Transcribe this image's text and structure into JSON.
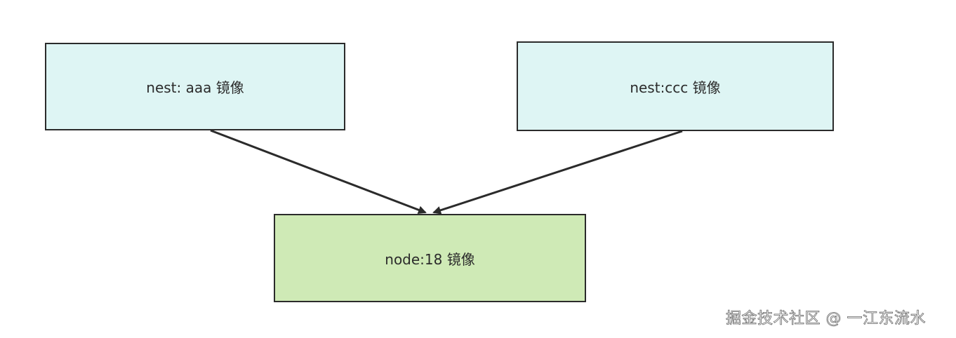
{
  "diagram": {
    "nodes": [
      {
        "id": "aaa",
        "label": "nest: aaa 镜像",
        "fill": "#def5f4"
      },
      {
        "id": "ccc",
        "label": "nest:ccc 镜像",
        "fill": "#def5f4"
      },
      {
        "id": "node18",
        "label": "node:18 镜像",
        "fill": "#cfeab6"
      }
    ],
    "edges": [
      {
        "from": "aaa",
        "to": "node18"
      },
      {
        "from": "ccc",
        "to": "node18"
      }
    ],
    "stroke_color": "#2b2b2b"
  },
  "watermark": {
    "text": "掘金技术社区 @ 一江东流水"
  }
}
